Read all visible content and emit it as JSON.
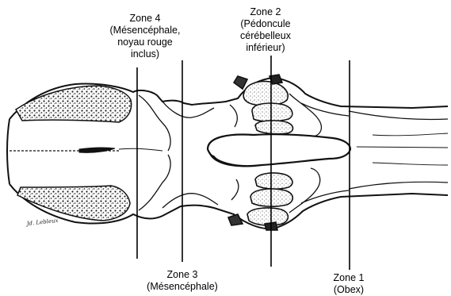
{
  "labels": {
    "zone4": [
      "Zone 4",
      "(Mésencéphale,",
      "noyau rouge",
      "inclus)"
    ],
    "zone2": [
      "Zone 2",
      "(Pédoncule",
      "cérébelleux",
      "inférieur)"
    ],
    "zone3": [
      "Zone 3",
      "(Mésencéphale)"
    ],
    "zone1": [
      "Zone 1",
      "(Obex)"
    ]
  },
  "artist_signature": "Jd. Lebleux",
  "colors": {
    "ink": "#111111",
    "stipple": "#2a2a2a",
    "background": "#ffffff"
  }
}
